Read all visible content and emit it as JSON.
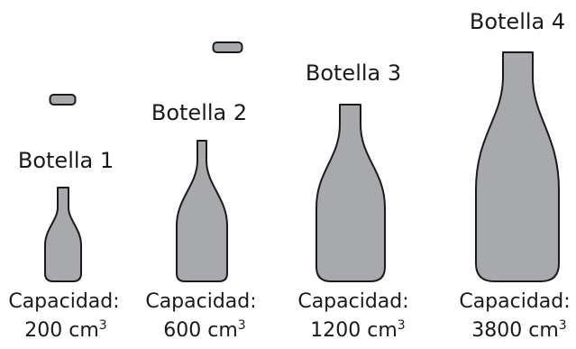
{
  "bottles": [
    {
      "title": "Botella 1",
      "capacity_label": "Capacidad:",
      "capacity_value": "200",
      "unit": "cm",
      "exponent": "3"
    },
    {
      "title": "Botella 2",
      "capacity_label": "Capacidad:",
      "capacity_value": "600",
      "unit": "cm",
      "exponent": "3"
    },
    {
      "title": "Botella 3",
      "capacity_label": "Capacidad:",
      "capacity_value": "1200",
      "unit": "cm",
      "exponent": "3"
    },
    {
      "title": "Botella 4",
      "capacity_label": "Capacidad:",
      "capacity_value": "3800",
      "unit": "cm",
      "exponent": "3"
    }
  ],
  "colors": {
    "bottle_fill": "#a7a9ac",
    "bottle_stroke": "#1a1a1a",
    "text": "#1a1a1a"
  }
}
